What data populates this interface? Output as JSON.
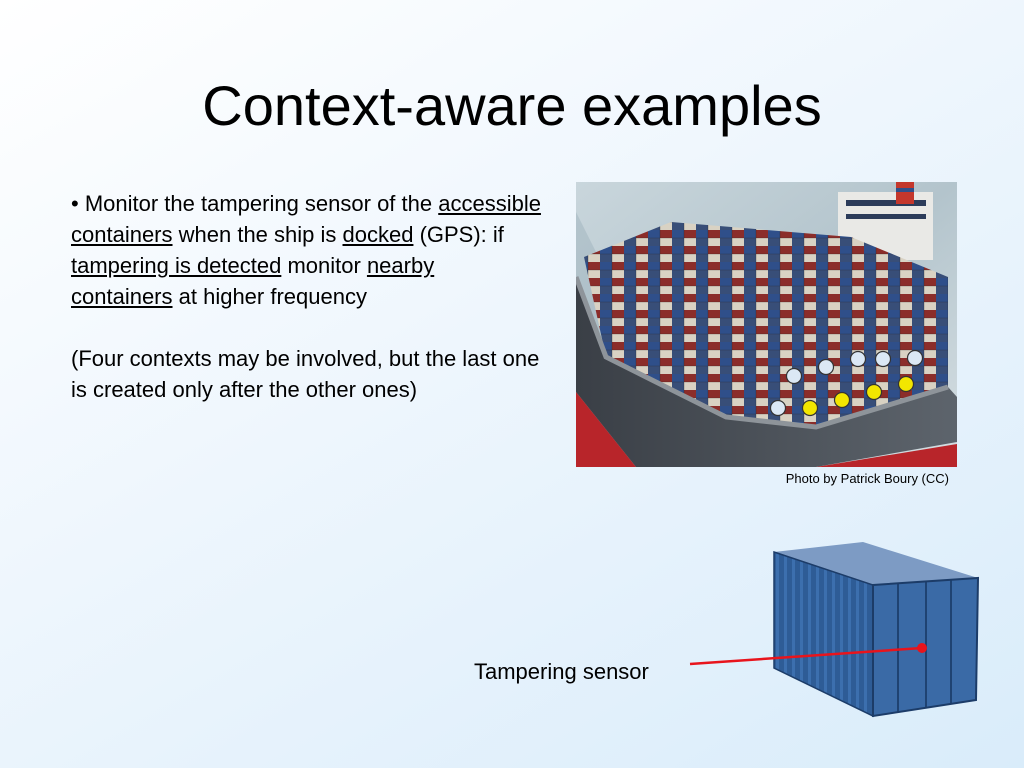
{
  "slide": {
    "title": "Context-aware examples",
    "bullet": {
      "prefix": "• Monitor the tampering sensor of the ",
      "link1": "accessible containers",
      "t1": " when the ship is ",
      "link2": "docked",
      "t2": " (GPS): if ",
      "link3": "tampering is detected",
      "t3": " monitor ",
      "link4": "nearby containers",
      "t4": " at higher frequency"
    },
    "note": "(Four contexts may be involved, but the last one is created only after the other ones)",
    "photo_credit": "Photo by Patrick Boury (CC)",
    "sensor_label": "Tampering sensor"
  },
  "colors": {
    "marker_white": "#dbe8f5",
    "marker_yellow": "#f2e600",
    "sensor_line": "#e8141c"
  }
}
